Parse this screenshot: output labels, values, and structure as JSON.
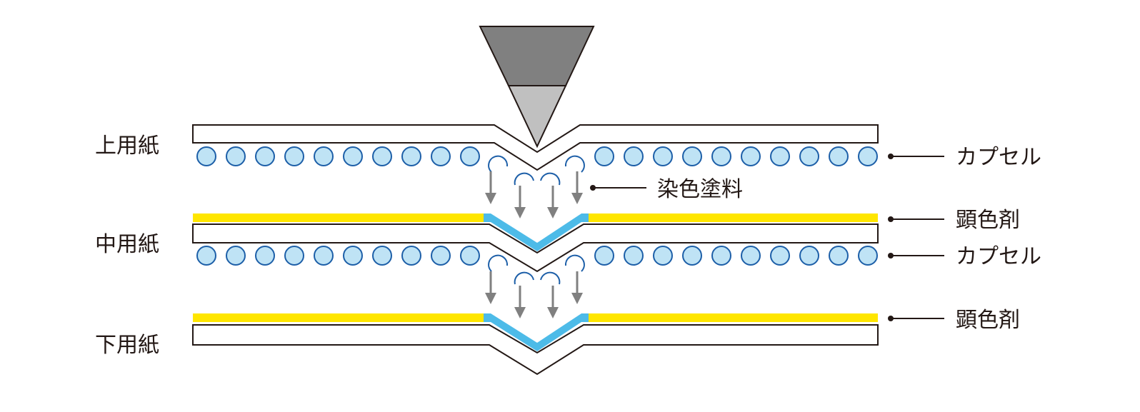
{
  "labels": {
    "top_paper": "上用紙",
    "middle_paper": "中用紙",
    "bottom_paper": "下用紙",
    "capsule_1": "カプセル",
    "dye": "染色塗料",
    "developer_1": "顕色剤",
    "capsule_2": "カプセル",
    "developer_2": "顕色剤"
  },
  "colors": {
    "capsule_fill": "#bfe3f5",
    "capsule_stroke": "#1d5fa8",
    "developer": "#ffe600",
    "developed": "#4dbbe8",
    "arrow": "#808080",
    "stylus_dark": "#808080",
    "stylus_light": "#c0c0c0",
    "line": "#231815"
  },
  "icons": {
    "stylus": "pen-tip-icon",
    "arrow": "arrow-down-icon",
    "leader": "leader-dot-icon"
  }
}
